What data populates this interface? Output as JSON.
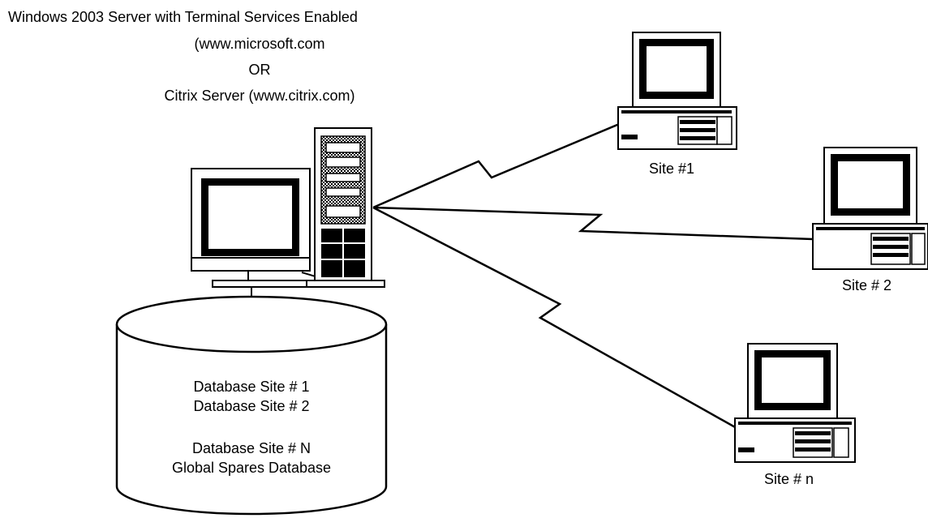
{
  "server_title": {
    "line1": "Windows 2003 Server with Terminal Services Enabled",
    "line2": "(www.microsoft.com",
    "line3": "OR",
    "line4": "Citrix Server (www.citrix.com)"
  },
  "database": {
    "line1": "Database Site  # 1",
    "line2": "Database Site # 2",
    "line3": "Database Site # N",
    "line4": "Global Spares Database"
  },
  "sites": {
    "site1": "Site #1",
    "site2": "Site # 2",
    "siten": "Site # n"
  }
}
